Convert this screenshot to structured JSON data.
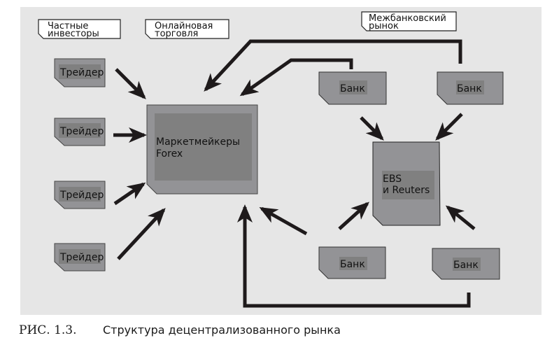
{
  "diagram": {
    "title": "Структура децентрализованного рынка",
    "figure_number": "РИС. 1.3.",
    "labels": {
      "private_investors": [
        "Частные",
        "инвесторы"
      ],
      "online_trading": [
        "Онлайновая",
        "торговля"
      ],
      "interbank_market": [
        "Межбанковский",
        "рынок"
      ]
    },
    "traders": [
      "Трейдер",
      "Трейдер",
      "Трейдер",
      "Трейдер"
    ],
    "market_makers": [
      "Маркетмейкеры",
      "Forex"
    ],
    "ebs_reuters": [
      "EBS",
      "и Reuters"
    ],
    "banks": [
      "Банк",
      "Банк",
      "Банк",
      "Банк"
    ],
    "colors": {
      "background": "#e6e6e6",
      "node_fill": "#939396",
      "node_inner": "#808080",
      "arrow": "#1e1a1b",
      "label_fill": "#ffffff"
    }
  },
  "caption": {
    "number": "РИС. 1.3.",
    "text": "Структура децентрализованного рынка"
  }
}
